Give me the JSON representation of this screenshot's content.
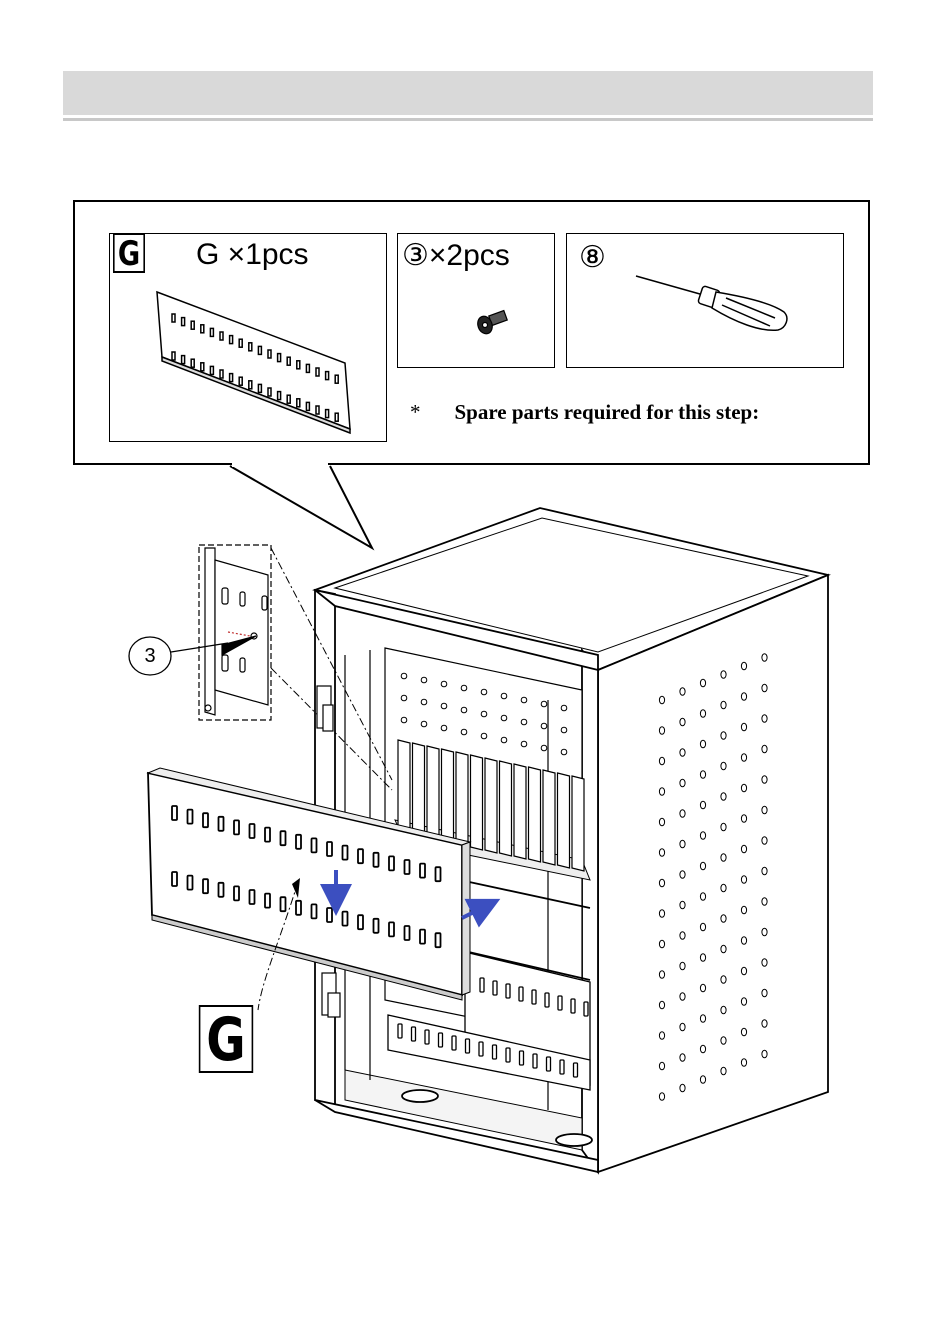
{
  "header": {
    "title": ""
  },
  "parts_callout": {
    "panel_part": {
      "letter": "G",
      "quantity_label": "G ×1pcs"
    },
    "screw_part": {
      "quantity_label": "③×2pcs"
    },
    "tool_part": {
      "quantity_label": "⑧",
      "icon": "screwdriver-icon"
    },
    "note": {
      "symbol": "*",
      "text": "Spare parts required for this step:"
    }
  },
  "assembly": {
    "screw_callout_number": "3",
    "panel_callout_letter": "G"
  },
  "colors": {
    "arrow": "#3c4fc0",
    "line": "#000000",
    "header_bar": "#d9d9d9"
  }
}
